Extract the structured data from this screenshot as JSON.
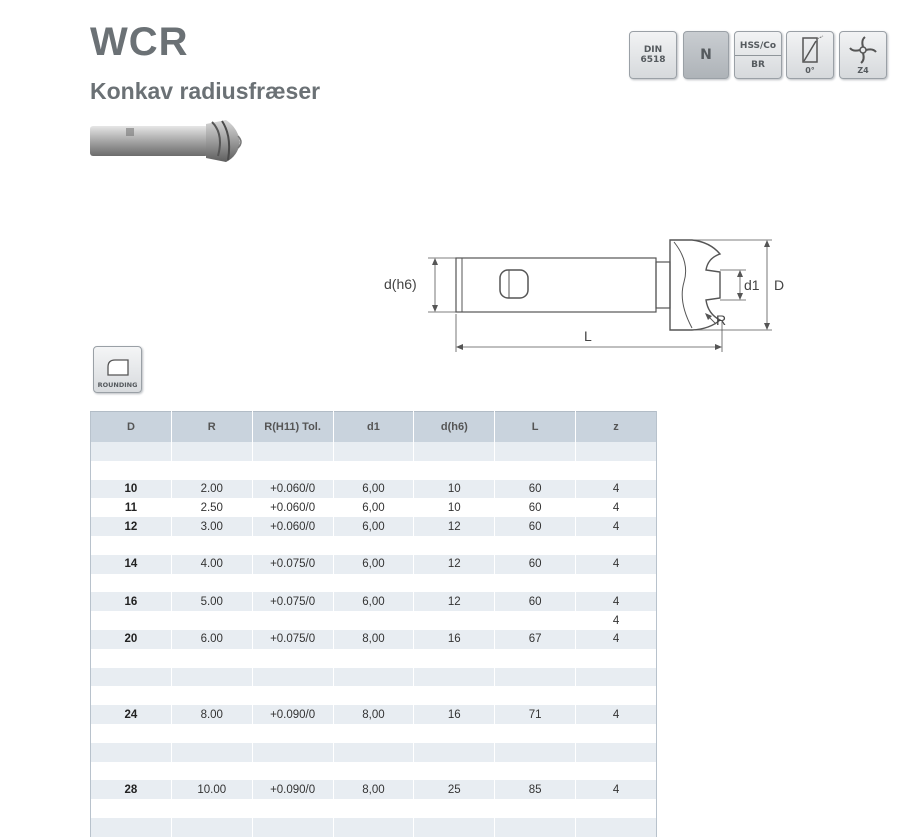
{
  "header": {
    "title": "WCR",
    "subtitle": "Konkav radiusfræser"
  },
  "badges": {
    "din_line1": "DIN",
    "din_line2": "6518",
    "material": "N",
    "hss_top": "HSS/Co",
    "hss_bottom": "BR",
    "helix_label": "0°",
    "flutes_label": "Z4"
  },
  "application_badge": {
    "label": "ROUNDING"
  },
  "drawing": {
    "label_dh6": "d(h6)",
    "label_d1": "d1",
    "label_D": "D",
    "label_R": "R",
    "label_L": "L"
  },
  "table": {
    "columns": [
      "D",
      "R",
      "R(H11) Tol.",
      "d1",
      "d(h6)",
      "L",
      "z"
    ],
    "rows": [
      [
        "",
        "",
        "",
        "",
        "",
        "",
        ""
      ],
      [
        "",
        "",
        "",
        "",
        "",
        "",
        ""
      ],
      [
        "10",
        "2.00",
        "+0.060/0",
        "6,00",
        "10",
        "60",
        "4"
      ],
      [
        "11",
        "2.50",
        "+0.060/0",
        "6,00",
        "10",
        "60",
        "4"
      ],
      [
        "12",
        "3.00",
        "+0.060/0",
        "6,00",
        "12",
        "60",
        "4"
      ],
      [
        "",
        "",
        "",
        "",
        "",
        "",
        ""
      ],
      [
        "14",
        "4.00",
        "+0.075/0",
        "6,00",
        "12",
        "60",
        "4"
      ],
      [
        "",
        "",
        "",
        "",
        "",
        "",
        ""
      ],
      [
        "16",
        "5.00",
        "+0.075/0",
        "6,00",
        "12",
        "60",
        "4"
      ],
      [
        "",
        "",
        "",
        "",
        "",
        "",
        "4"
      ],
      [
        "20",
        "6.00",
        "+0.075/0",
        "8,00",
        "16",
        "67",
        "4"
      ],
      [
        "",
        "",
        "",
        "",
        "",
        "",
        ""
      ],
      [
        "",
        "",
        "",
        "",
        "",
        "",
        ""
      ],
      [
        "",
        "",
        "",
        "",
        "",
        "",
        ""
      ],
      [
        "24",
        "8.00",
        "+0.090/0",
        "8,00",
        "16",
        "71",
        "4"
      ],
      [
        "",
        "",
        "",
        "",
        "",
        "",
        ""
      ],
      [
        "",
        "",
        "",
        "",
        "",
        "",
        ""
      ],
      [
        "",
        "",
        "",
        "",
        "",
        "",
        ""
      ],
      [
        "28",
        "10.00",
        "+0.090/0",
        "8,00",
        "25",
        "85",
        "4"
      ],
      [
        "",
        "",
        "",
        "",
        "",
        "",
        ""
      ],
      [
        "",
        "",
        "",
        "",
        "",
        "",
        ""
      ]
    ]
  },
  "colors": {
    "title_gray": "#6b7175",
    "table_header": "#c9d3dd",
    "table_band": "#e8edf2"
  }
}
